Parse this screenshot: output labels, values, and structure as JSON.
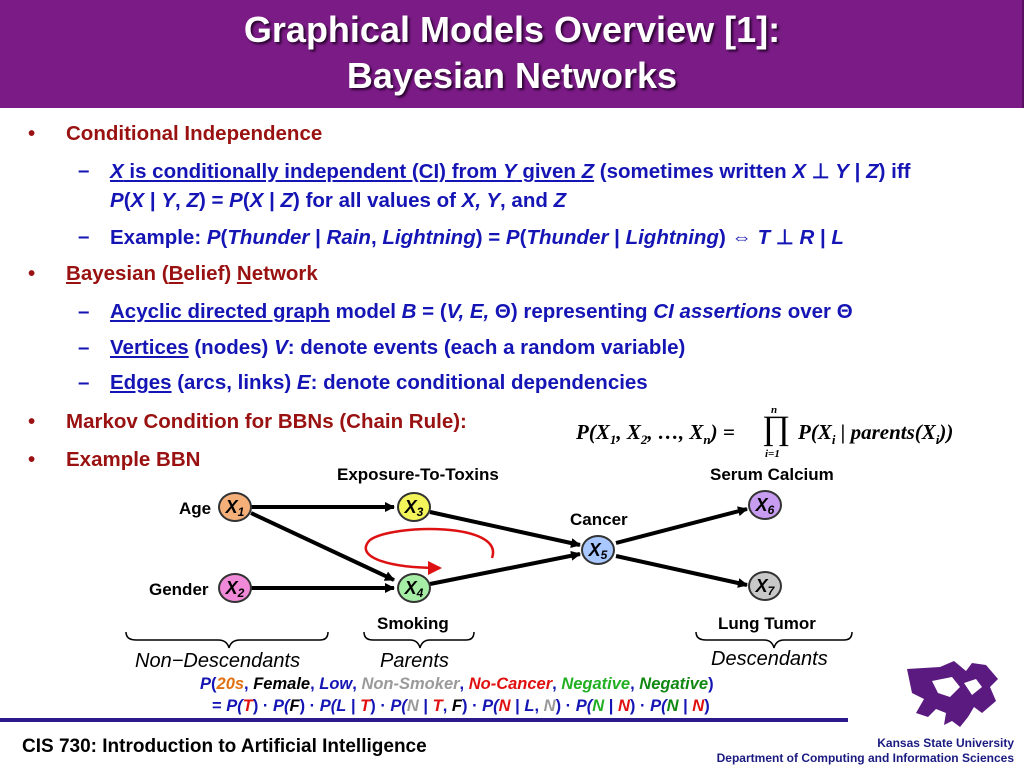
{
  "title": {
    "line1": "Graphical Models Overview [1]:",
    "line2": "Bayesian Networks"
  },
  "bullets": {
    "ci": {
      "heading": "Conditional Independence",
      "def_X": "X",
      "def_text1": " is conditionally independent (CI) from ",
      "def_Y": "Y",
      "def_text2": " given ",
      "def_Z": "Z",
      "def_rest": " (sometimes written ",
      "def_sym_X": "X",
      "def_perp": " ⊥ ",
      "def_sym_Y": "Y",
      "def_bar": " | ",
      "def_sym_Z": "Z",
      "def_iff": ") iff",
      "def_line2a": "P",
      "def_line2b": "(",
      "def_line2c": "X",
      "def_line2d": " | ",
      "def_line2e": "Y",
      "def_line2f": ", ",
      "def_line2g": "Z",
      "def_line2h": ") = ",
      "def_line2i": "P",
      "def_line2j": "(",
      "def_line2k": "X",
      "def_line2l": " | ",
      "def_line2m": "Z",
      "def_line2n": ") for all values of ",
      "def_line2o": "X, Y",
      "def_line2p": ", and ",
      "def_line2q": "Z",
      "ex_label": "Example: ",
      "ex_P": "P",
      "ex_open": "(",
      "ex_thunder": "Thunder",
      "ex_bar": " | ",
      "ex_rain": "Rain",
      "ex_comma": ", ",
      "ex_lightning": "Lightning",
      "ex_eq": ") = ",
      "ex_P2": "P",
      "ex_open2": "(",
      "ex_thunder2": "Thunder",
      "ex_bar2": " | ",
      "ex_lightning2": "Lightning",
      "ex_close": ") ",
      "ex_iff": "⇔",
      "ex_T": " T",
      "ex_perp": " ⊥ ",
      "ex_R": "R",
      "ex_bar3": " | ",
      "ex_L": "L"
    },
    "bn": {
      "heading_B": "B",
      "heading_1": "ayesian (",
      "heading_B2": "B",
      "heading_2": "elief) ",
      "heading_N": "N",
      "heading_3": "etwork",
      "item1_link": "Acyclic directed graph",
      "item1_text": " model ",
      "item1_B": "B",
      "item1_eq": " = (",
      "item1_V": "V, E, ",
      "item1_theta": "Θ",
      "item1_rest": ") representing ",
      "item1_ci": "CI assertions",
      "item1_over": " over ",
      "item1_theta2": "Θ",
      "item2_link": "Vertices",
      "item2_text": " (nodes) ",
      "item2_V": "V",
      "item2_rest": ": denote events (each a random variable)",
      "item3_link": "Edges",
      "item3_text": " (arcs, links) ",
      "item3_E": "E",
      "item3_rest": ": denote conditional dependencies"
    },
    "markov": "Markov Condition for BBNs (Chain Rule):",
    "example": "Example BBN"
  },
  "chain_rule": {
    "lhs": "P(X",
    "lhs_1": "1",
    "sep1": ", X",
    "lhs_2": "2",
    "dots": ", …, X",
    "lhs_n": "n",
    "eq": ") =",
    "prod": "∏",
    "n_top": "n",
    "i_bot": "i=1",
    "rhs": "P(X",
    "rhs_i": "i",
    "rhs_mid": " | parents(X",
    "rhs_i2": "i",
    "rhs_end": "))"
  },
  "graph": {
    "labels": {
      "age": "Age",
      "gender": "Gender",
      "exposure": "Exposure-To-Toxins",
      "smoking": "Smoking",
      "cancer": "Cancer",
      "serum": "Serum Calcium",
      "tumor": "Lung Tumor"
    },
    "nodes": [
      {
        "id": "X1",
        "letter": "X",
        "sub": "1",
        "color": "#f5b07a"
      },
      {
        "id": "X2",
        "letter": "X",
        "sub": "2",
        "color": "#f08ad8"
      },
      {
        "id": "X3",
        "letter": "X",
        "sub": "3",
        "color": "#f3f35a"
      },
      {
        "id": "X4",
        "letter": "X",
        "sub": "4",
        "color": "#a6eea6"
      },
      {
        "id": "X5",
        "letter": "X",
        "sub": "5",
        "color": "#a8c8ff"
      },
      {
        "id": "X6",
        "letter": "X",
        "sub": "6",
        "color": "#c89cf0"
      },
      {
        "id": "X7",
        "letter": "X",
        "sub": "7",
        "color": "#c8c8c8"
      }
    ],
    "braces": {
      "nondesc": "Non−Descendants",
      "parents": "Parents",
      "desc": "Descendants"
    }
  },
  "query": {
    "l1": {
      "p": "P",
      "o": "(",
      "a": "20s",
      "c1": ", ",
      "b": "Female",
      "c2": ", ",
      "c": "Low",
      "c3": ", ",
      "d": "Non-Smoker",
      "c4": ", ",
      "e": "No-Cancer",
      "c5": ", ",
      "f": "Negative",
      "c6": ", ",
      "g": "Negative",
      "cl": ")"
    },
    "l2": {
      "eq": "= ",
      "p1": "P(",
      "t1": "T",
      "c1": ") · ",
      "p2": "P(",
      "t2": "F",
      "c2": ") · ",
      "p3": "P(",
      "t3": "L",
      "b3": " | ",
      "t3b": "T",
      "c3": ") · ",
      "p4": "P(",
      "t4": "N",
      "b4": " | ",
      "t4b": "T",
      "s4": ", ",
      "t4c": "F",
      "c4": ") · ",
      "p5": "P(",
      "t5": "N",
      "b5": " | ",
      "t5b": "L",
      "s5": ", ",
      "t5c": "N",
      "c5": ") · ",
      "p6": "P(",
      "t6": "N",
      "b6": " | ",
      "t6b": "N",
      "c6": ") · ",
      "p7": "P(",
      "t7": "N",
      "b7": " | ",
      "t7b": "N",
      "c7": ")"
    }
  },
  "footer": {
    "left": "CIS 730: Introduction to Artificial Intelligence",
    "r1": "Kansas State University",
    "r2": "Department of Computing and Information Sciences"
  },
  "colors": {
    "title_bg": "#7b1b86",
    "level1": "#991111",
    "level2": "#1515b5",
    "edge": "#000000",
    "cycle_arrow": "#dd1111",
    "logo": "#5b1a80"
  },
  "icons": {
    "logo": "powercat-logo-icon"
  }
}
